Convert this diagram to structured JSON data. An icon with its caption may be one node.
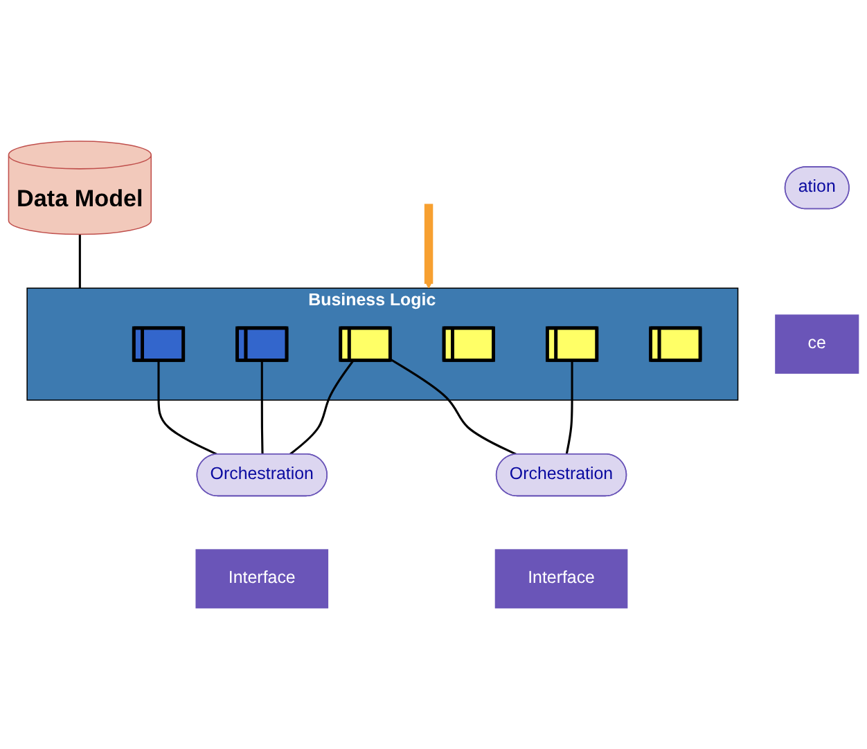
{
  "diagram": {
    "nodes": [
      {
        "text": [
          "Data Model"
        ]
      },
      {
        "text": [
          "Business Logic"
        ]
      },
      {
        "text": [],
        "shape": "bar",
        "in": 1
      },
      {
        "text": [],
        "shape": "bar",
        "in": 1
      },
      {
        "text": [],
        "shape": "bar",
        "in": 1
      },
      {
        "text": [],
        "shape": "bar",
        "in": 1
      },
      {
        "text": [],
        "shape": "bar",
        "in": 1
      },
      {
        "text": [],
        "shape": "bar",
        "in": 1
      },
      {
        "text": [
          "ation"
        ]
      },
      {
        "text": [
          "Orchestration"
        ]
      },
      {
        "text": [
          "Orchestration"
        ]
      },
      {
        "text": [
          "ce"
        ]
      },
      {
        "text": [
          "Interface"
        ]
      },
      {
        "text": [
          "Interface"
        ]
      }
    ],
    "edges": [
      {
        "from": 0,
        "to": 1,
        "arrow": "none"
      },
      {
        "from": null,
        "to": 1,
        "arrow": "to",
        "style": "thick",
        "color": "#f7a030"
      },
      {
        "from": 2,
        "to": 9,
        "arrow": "none"
      },
      {
        "from": 3,
        "to": 9,
        "arrow": "none"
      },
      {
        "from": 4,
        "to": 9,
        "arrow": "none"
      },
      {
        "from": 4,
        "to": 10,
        "arrow": "none"
      },
      {
        "from": 6,
        "to": 10,
        "arrow": "none"
      }
    ]
  }
}
